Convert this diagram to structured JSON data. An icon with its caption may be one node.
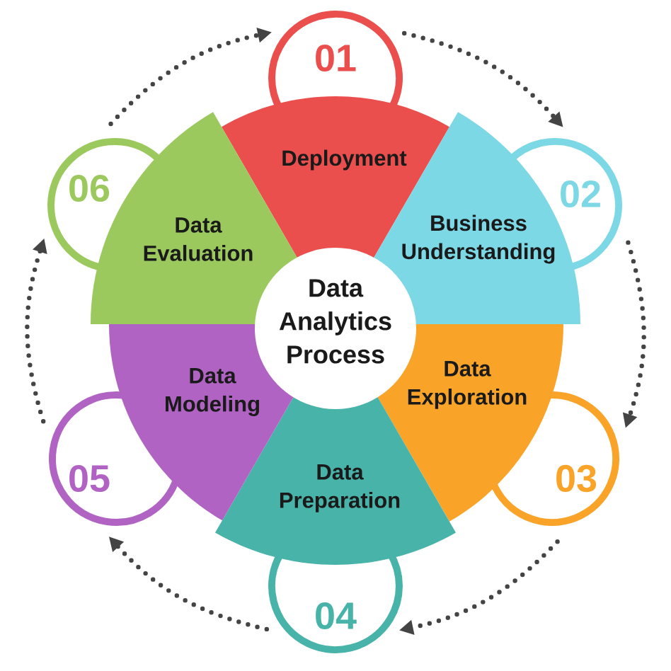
{
  "diagram": {
    "nodes": [
      {
        "text": [
          "Data Analytics Process"
        ]
      },
      {
        "text": [
          "Deployment"
        ]
      },
      {
        "text": [
          "Business Understanding"
        ]
      },
      {
        "text": [
          "Data Exploration"
        ]
      },
      {
        "text": [
          "Data Preparation"
        ]
      },
      {
        "text": [
          "Data Modeling"
        ]
      },
      {
        "text": [
          "Data Evaluation"
        ]
      },
      {
        "text": [
          "01"
        ]
      },
      {
        "text": [
          "02"
        ]
      },
      {
        "text": [
          "03"
        ]
      },
      {
        "text": [
          "04"
        ]
      },
      {
        "text": [
          "05"
        ]
      },
      {
        "text": [
          "06"
        ]
      }
    ],
    "edges": [
      {
        "from": 12,
        "to": 7,
        "arrow": "to"
      },
      {
        "from": 7,
        "to": 8,
        "arrow": "to"
      },
      {
        "from": 8,
        "to": 9,
        "arrow": "to"
      },
      {
        "from": 9,
        "to": 10,
        "arrow": "to"
      },
      {
        "from": 10,
        "to": 11,
        "arrow": "to"
      },
      {
        "from": 11,
        "to": 12,
        "arrow": "to"
      }
    ]
  }
}
